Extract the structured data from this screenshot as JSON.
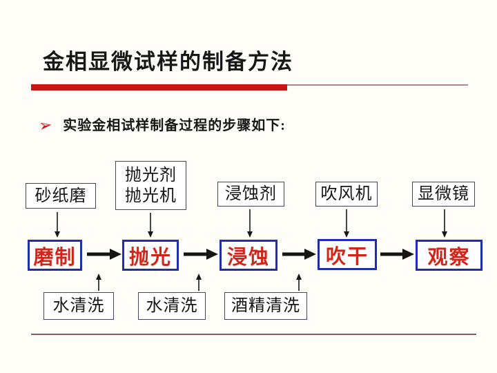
{
  "title": {
    "text": "金相显微试样的制备方法"
  },
  "bullet": {
    "marker": "➢",
    "text": "实验金相试样制备过程的步骤如下:"
  },
  "flowchart": {
    "tools": [
      {
        "label": "砂纸磨"
      },
      {
        "label": "抛光剂\n抛光机"
      },
      {
        "label": "浸蚀剂"
      },
      {
        "label": "吹风机"
      },
      {
        "label": "显微镜"
      }
    ],
    "steps": [
      {
        "label": "磨制"
      },
      {
        "label": "抛光"
      },
      {
        "label": "浸蚀"
      },
      {
        "label": "吹干"
      },
      {
        "label": "观察"
      }
    ],
    "cleaning": [
      {
        "label": "水清洗"
      },
      {
        "label": "水清洗"
      },
      {
        "label": "酒精清洗"
      }
    ]
  },
  "colors": {
    "accent_red": "#cc1212",
    "underline_rose": "#b28484",
    "step_border_blue": "#1f2cb0",
    "step_text_red": "#d2251a",
    "aux_border": "#45455f",
    "arrow_black": "#161616",
    "bottom_rule": "#8b5a5a",
    "background": "#fffdf8",
    "text": "#161616"
  }
}
